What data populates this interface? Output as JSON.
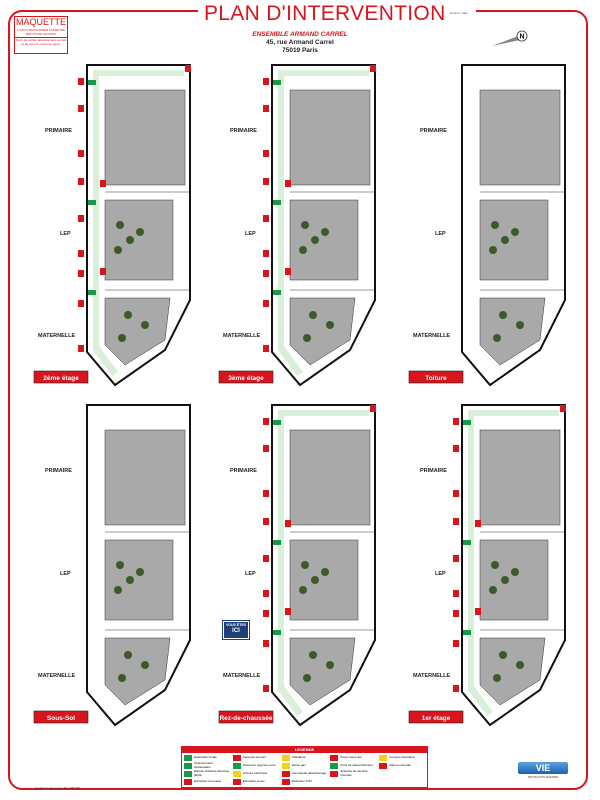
{
  "header": {
    "title": "PLAN D'INTERVENTION",
    "title_note": "Version / date",
    "stamp": {
      "title": "MAQUETTE",
      "line1": "A NOUS RETOURNER ACCEPTEE",
      "line2": "BON POUR ACCORD",
      "line3": "Merci de vérifier attentivement ce plan et de nous le retourner signé."
    },
    "site_name": "ENSEMBLE ARMAND CARREL",
    "address_line1": "45, rue Armand Carrel",
    "address_line2": "75019 Paris",
    "compass_label": "N"
  },
  "zones": {
    "primaire": "PRIMAIRE",
    "lep": "LEP",
    "maternelle": "MATERNELLE"
  },
  "panels": [
    {
      "floor": "2ème étage",
      "roof": false
    },
    {
      "floor": "3ème étage",
      "roof": false
    },
    {
      "floor": "Toiture",
      "roof": true
    },
    {
      "floor": "Sous-Sol",
      "roof": true
    },
    {
      "floor": "Rez-de-chaussée",
      "roof": false
    },
    {
      "floor": "1er étage",
      "roof": false
    }
  ],
  "you_are_here": {
    "line1": "VOUS ÊTES",
    "line2": "ICI"
  },
  "legend": {
    "title": "LEGENDE",
    "items": [
      {
        "label": "Evacuation finale",
        "color": "#1a9a48"
      },
      {
        "label": "Appel de secours",
        "color": "#d8141c"
      },
      {
        "label": "Chaufferie",
        "color": "#f2d21a"
      },
      {
        "label": "Porte coupe-feu",
        "color": "#d8141c"
      },
      {
        "label": "Coupure électrique",
        "color": "#f2d21a"
      },
      {
        "label": "Cheminement d'évacuation",
        "color": "#1a9a48"
      },
      {
        "label": "Ouverture urgence porte",
        "color": "#1a9a48"
      },
      {
        "label": "Vanne gaz",
        "color": "#f2d21a"
      },
      {
        "label": "Point de rassemblement",
        "color": "#1a9a48"
      },
      {
        "label": "Alarme incendie",
        "color": "#d8141c"
      },
      {
        "label": "Espace d'Attente Sécurisé (EAS)",
        "color": "#1a9a48"
      },
      {
        "label": "Armoire électrique",
        "color": "#f2d21a"
      },
      {
        "label": "Commande désenfumage",
        "color": "#d8141c"
      },
      {
        "label": "Système de sécurité incendie",
        "color": "#d8141c"
      },
      {
        "label": "",
        "color": "#ffffff"
      },
      {
        "label": "Extincteur à mousse",
        "color": "#d8141c"
      },
      {
        "label": "Extincteur à eau",
        "color": "#d8141c"
      },
      {
        "label": "Extincteur CO2",
        "color": "#d8141c"
      }
    ]
  },
  "footer": {
    "norm": "Conforme à la norme NF X08-070",
    "logo": "VIE",
    "logo_sub": "PROTECTION INCENDIE"
  },
  "colors": {
    "accent": "#d8141c",
    "path": "#d9efd9",
    "court": "#a9a9a9",
    "blue": "#1f3f78"
  }
}
